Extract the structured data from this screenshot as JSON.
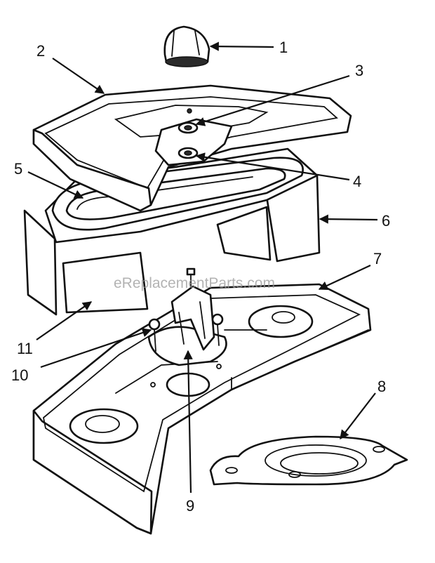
{
  "watermark": "eReplacementParts.com",
  "callouts": [
    "1",
    "2",
    "3",
    "4",
    "5",
    "6",
    "7",
    "8",
    "9",
    "10",
    "11"
  ]
}
